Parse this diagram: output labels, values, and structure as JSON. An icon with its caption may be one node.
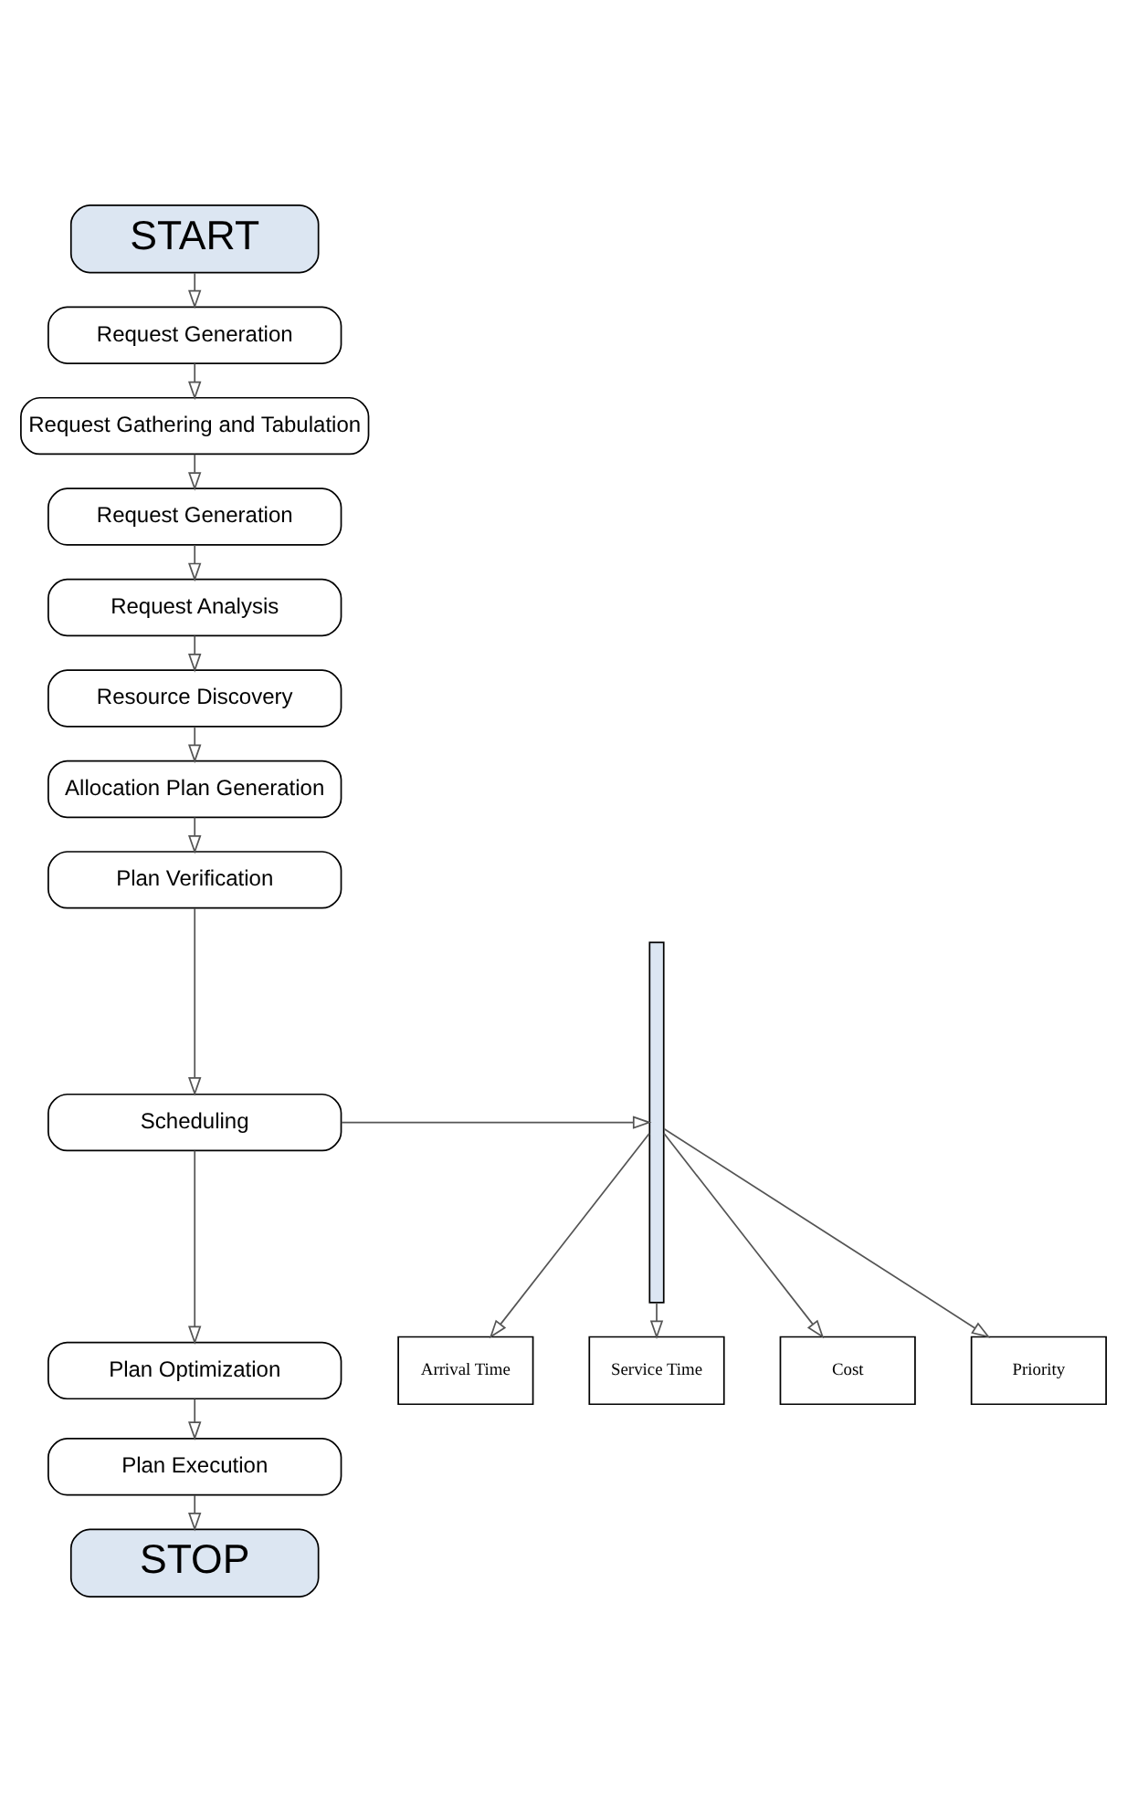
{
  "diagram": {
    "nodes": [
      {
        "text": [
          "START"
        ]
      },
      {
        "text": [
          "Request Generation"
        ]
      },
      {
        "text": [
          "Request Gathering and Tabulation"
        ]
      },
      {
        "text": [
          "Request Generation"
        ]
      },
      {
        "text": [
          "Request Analysis"
        ]
      },
      {
        "text": [
          "Resource Discovery"
        ]
      },
      {
        "text": [
          "Allocation Plan Generation"
        ]
      },
      {
        "text": [
          "Plan Verification"
        ]
      },
      {
        "text": [
          "Scheduling"
        ]
      },
      {
        "text": [
          "Plan Optimization"
        ]
      },
      {
        "text": [
          "Plan Execution"
        ]
      },
      {
        "text": [
          "STOP"
        ]
      },
      {
        "text": [],
        "shape": "bar"
      },
      {
        "text": [
          "Arrival Time"
        ]
      },
      {
        "text": [
          "Service Time"
        ]
      },
      {
        "text": [
          "Cost"
        ]
      },
      {
        "text": [
          "Priority"
        ]
      }
    ],
    "edges": [
      {
        "from": 0,
        "to": 1,
        "arrow": "to"
      },
      {
        "from": 1,
        "to": 2,
        "arrow": "to"
      },
      {
        "from": 2,
        "to": 3,
        "arrow": "to"
      },
      {
        "from": 3,
        "to": 4,
        "arrow": "to"
      },
      {
        "from": 4,
        "to": 5,
        "arrow": "to"
      },
      {
        "from": 5,
        "to": 6,
        "arrow": "to"
      },
      {
        "from": 6,
        "to": 7,
        "arrow": "to"
      },
      {
        "from": 7,
        "to": 8,
        "arrow": "to"
      },
      {
        "from": 8,
        "to": 9,
        "arrow": "to"
      },
      {
        "from": 9,
        "to": 10,
        "arrow": "to"
      },
      {
        "from": 10,
        "to": 11,
        "arrow": "to"
      },
      {
        "from": 8,
        "to": 12,
        "arrow": "to"
      },
      {
        "from": 12,
        "to": 13,
        "arrow": "to"
      },
      {
        "from": 12,
        "to": 14,
        "arrow": "to"
      },
      {
        "from": 12,
        "to": 15,
        "arrow": "to"
      },
      {
        "from": 12,
        "to": 16,
        "arrow": "to"
      }
    ]
  }
}
